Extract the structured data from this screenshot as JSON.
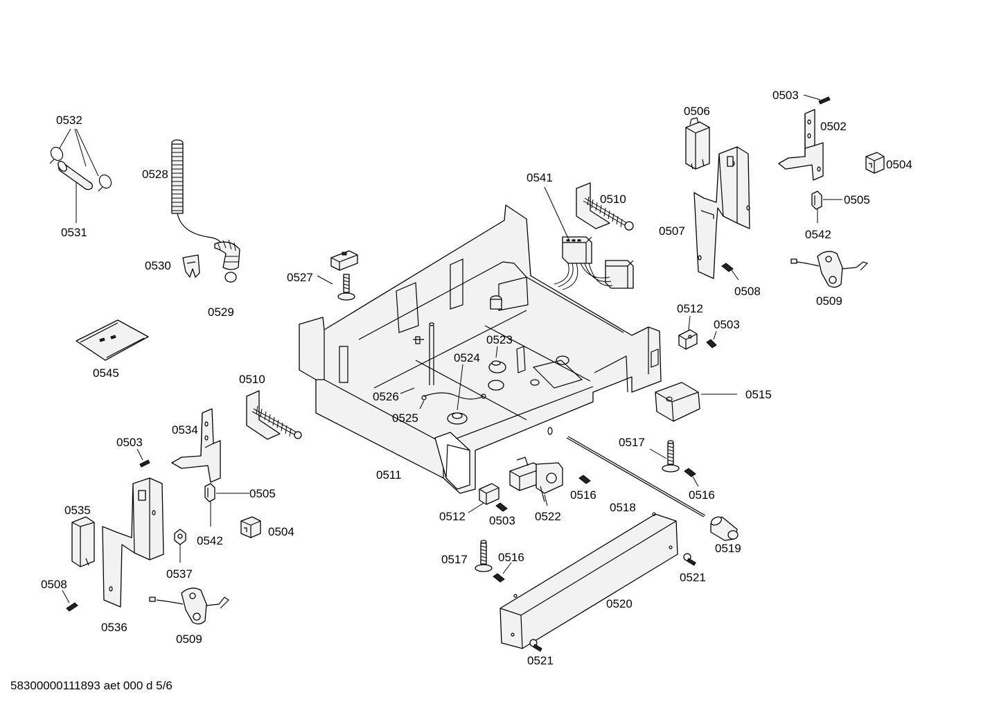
{
  "footer": {
    "document_code": "58300000111893 aet 000 d 5/6"
  },
  "labels": {
    "l0532": "0532",
    "l0531": "0531",
    "l0528": "0528",
    "l0530": "0530",
    "l0529": "0529",
    "l0545": "0545",
    "l0527": "0527",
    "l0541": "0541",
    "l0510a": "0510",
    "l0506": "0506",
    "l0503a": "0503",
    "l0502": "0502",
    "l0504a": "0504",
    "l0505a": "0505",
    "l0542a": "0542",
    "l0507": "0507",
    "l0508a": "0508",
    "l0509a": "0509",
    "l0512a": "0512",
    "l0503b": "0503",
    "l0515": "0515",
    "l0523": "0523",
    "l0524": "0524",
    "l0526": "0526",
    "l0525": "0525",
    "l0510b": "0510",
    "l0534": "0534",
    "l0503c": "0503",
    "l0505b": "0505",
    "l0542b": "0542",
    "l0504b": "0504",
    "l0535": "0535",
    "l0537": "0537",
    "l0508b": "0508",
    "l0536": "0536",
    "l0509b": "0509",
    "l0511": "0511",
    "l0512b": "0512",
    "l0503d": "0503",
    "l0522": "0522",
    "l0516a": "0516",
    "l0517a": "0517",
    "l0516b": "0516",
    "l0518": "0518",
    "l0519": "0519",
    "l0517b": "0517",
    "l0516c": "0516",
    "l0521a": "0521",
    "l0520": "0520",
    "l0521b": "0521"
  }
}
